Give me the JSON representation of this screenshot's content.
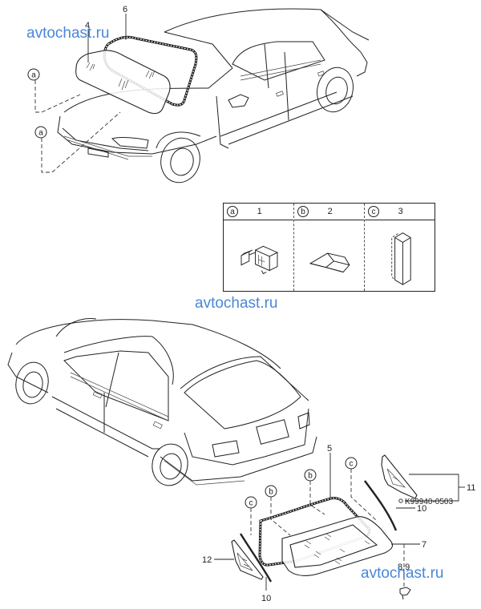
{
  "watermarks": [
    "avtochast.ru",
    "avtochast.ru",
    "avtochast.ru"
  ],
  "callouts": {
    "windshield_glass": "4",
    "windshield_seal": "6",
    "back_glass_seal": "5",
    "back_glass": "7",
    "clip": "8,9",
    "molding_right": "10",
    "molding_left": "10",
    "quarter_glass_right": "11",
    "quarter_glass_left": "12",
    "part_number": "K99940-0503"
  },
  "markers": {
    "a": "a",
    "b": "b",
    "c": "c"
  },
  "legend": [
    {
      "letter": "a",
      "number": "1",
      "shape": "clip-bracket"
    },
    {
      "letter": "b",
      "number": "2",
      "shape": "wedge-spacer"
    },
    {
      "letter": "c",
      "number": "3",
      "shape": "block-spacer"
    }
  ]
}
